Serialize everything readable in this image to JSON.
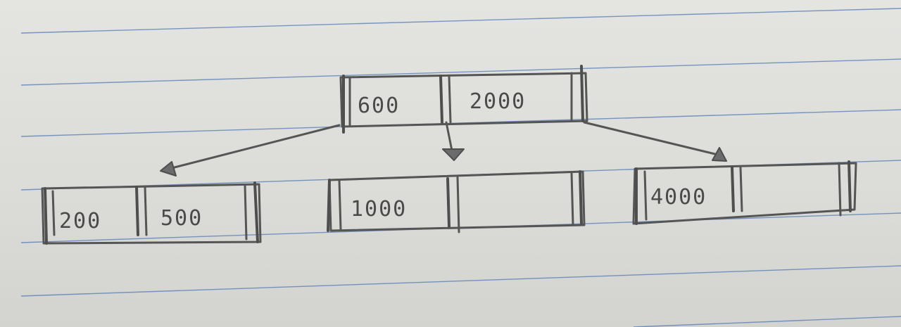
{
  "colors": {
    "paper": "#dcdcd8",
    "ruled_line": "#5b7fb6",
    "pencil": "#555555"
  },
  "tree": {
    "root": {
      "keys": [
        "600",
        "2000"
      ]
    },
    "children": [
      {
        "keys": [
          "200",
          "500"
        ]
      },
      {
        "keys": [
          "1000",
          ""
        ]
      },
      {
        "keys": [
          "4000",
          ""
        ]
      }
    ]
  }
}
